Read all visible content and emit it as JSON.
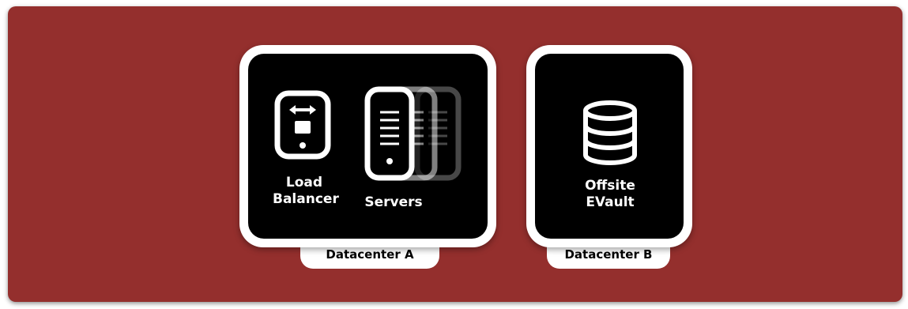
{
  "datacenter_a": {
    "title": "Datacenter A",
    "load_balancer_label": "Load\nBalancer",
    "servers_label": "Servers"
  },
  "datacenter_b": {
    "title": "Datacenter B",
    "evault_label": "Offsite\nEVault"
  },
  "colors": {
    "background": "#942f2d",
    "box": "#000000",
    "frame": "#ffffff"
  },
  "icons": [
    "load-balancer-icon",
    "server-icon",
    "database-icon"
  ]
}
